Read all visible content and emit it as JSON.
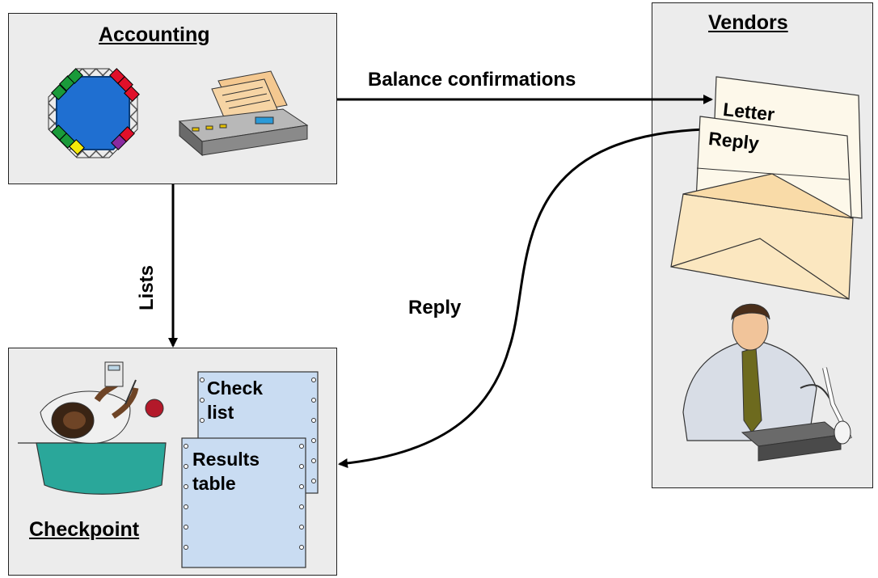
{
  "accounting": {
    "title": "Accounting"
  },
  "vendors": {
    "title": "Vendors",
    "letter_label": "Letter",
    "reply_label": "Reply"
  },
  "checkpoint": {
    "title": "Checkpoint",
    "doc1_line1": "Check",
    "doc1_line2": "list",
    "doc2_line1": "Results",
    "doc2_line2": "table"
  },
  "arrows": {
    "balance_confirmations": "Balance confirmations",
    "lists": "Lists",
    "reply": "Reply"
  },
  "icons": [
    "network-chip-icon",
    "printer-icon",
    "envelope-icon",
    "man-at-adding-machine-icon",
    "woman-with-calculator-icon"
  ]
}
